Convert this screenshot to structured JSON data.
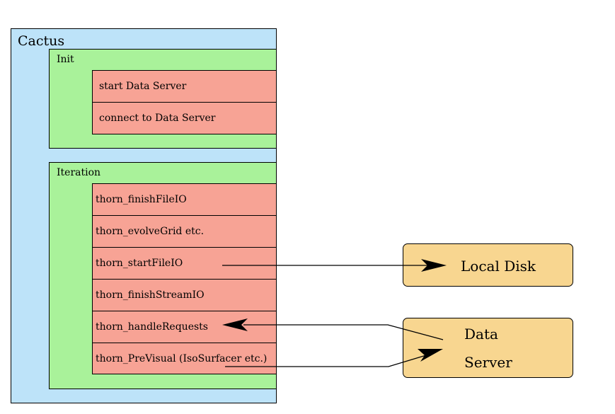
{
  "cactus": {
    "title": "Cactus",
    "init": {
      "title": "Init",
      "steps": [
        "start Data Server",
        "connect to Data Server"
      ]
    },
    "iteration": {
      "title": "Iteration",
      "steps": [
        "thorn_finishFileIO",
        "thorn_evolveGrid etc.",
        "thorn_startFileIO",
        "thorn_finishStreamIO",
        "thorn_handleRequests",
        "thorn_PreVisual (IsoSurfacer etc.)"
      ]
    }
  },
  "local_disk": {
    "label": "Local Disk"
  },
  "data_server": {
    "line1": "Data",
    "line2": "Server"
  },
  "colors": {
    "cactus_bg": "#bde3f9",
    "group_bg": "#a9f29a",
    "step_bg": "#f7a395",
    "external_bg": "#f8d690"
  }
}
